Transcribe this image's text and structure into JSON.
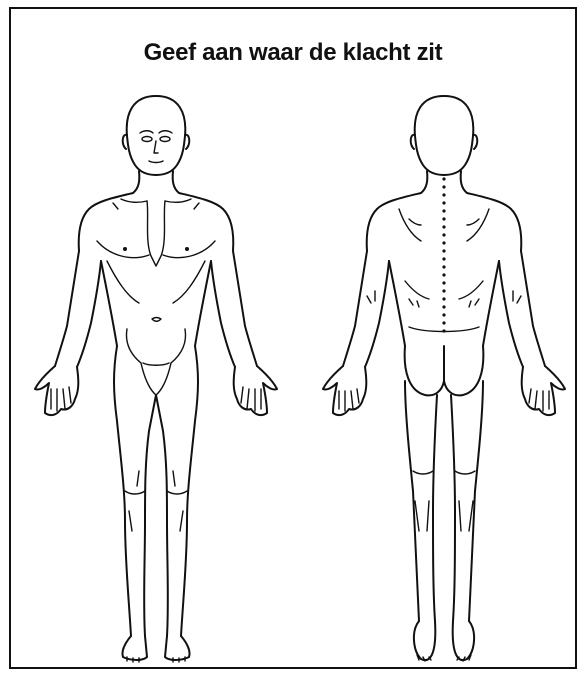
{
  "title": "Geef aan waar de klacht zit",
  "figures": [
    {
      "view": "front",
      "icon": "human-body-front-icon"
    },
    {
      "view": "back",
      "icon": "human-body-back-icon"
    }
  ],
  "colors": {
    "line": "#111111",
    "background": "#ffffff"
  }
}
